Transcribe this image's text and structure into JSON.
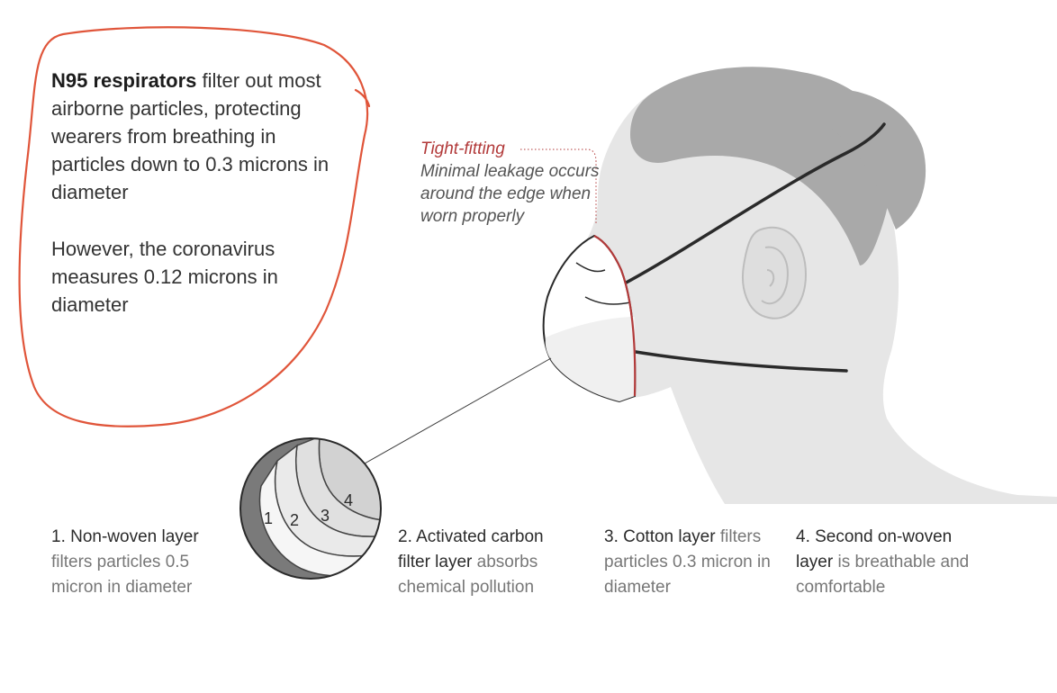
{
  "intro": {
    "p1_bold": "N95 respirators",
    "p1_rest": " filter out most airborne particles, protecting wearers from breathing in particles down to 0.3 microns in diameter",
    "p2": "However, the coronavirus measures 0.12 microns in diameter"
  },
  "callout": {
    "highlight": "Tight-fitting",
    "text": "Minimal leakage occurs around the edge when worn properly"
  },
  "layers": [
    {
      "number": "1",
      "name": "1. Non-woven layer",
      "desc": " filters particles 0.5 micron in diameter"
    },
    {
      "number": "2",
      "name": "2. Activated carbon filter layer",
      "desc": " absorbs chemical pollution"
    },
    {
      "number": "3",
      "name": "3. Cotton layer",
      "desc": " filters particles 0.3 micron in diameter"
    },
    {
      "number": "4",
      "name": "4. Second on-woven layer",
      "desc": " is breathable and comfortable"
    }
  ],
  "colors": {
    "annotation_loop": "#e0553a",
    "tight_fit_edge": "#b23a3a",
    "head_fill": "#e6e6e6",
    "hair_fill": "#a9a9a9"
  }
}
